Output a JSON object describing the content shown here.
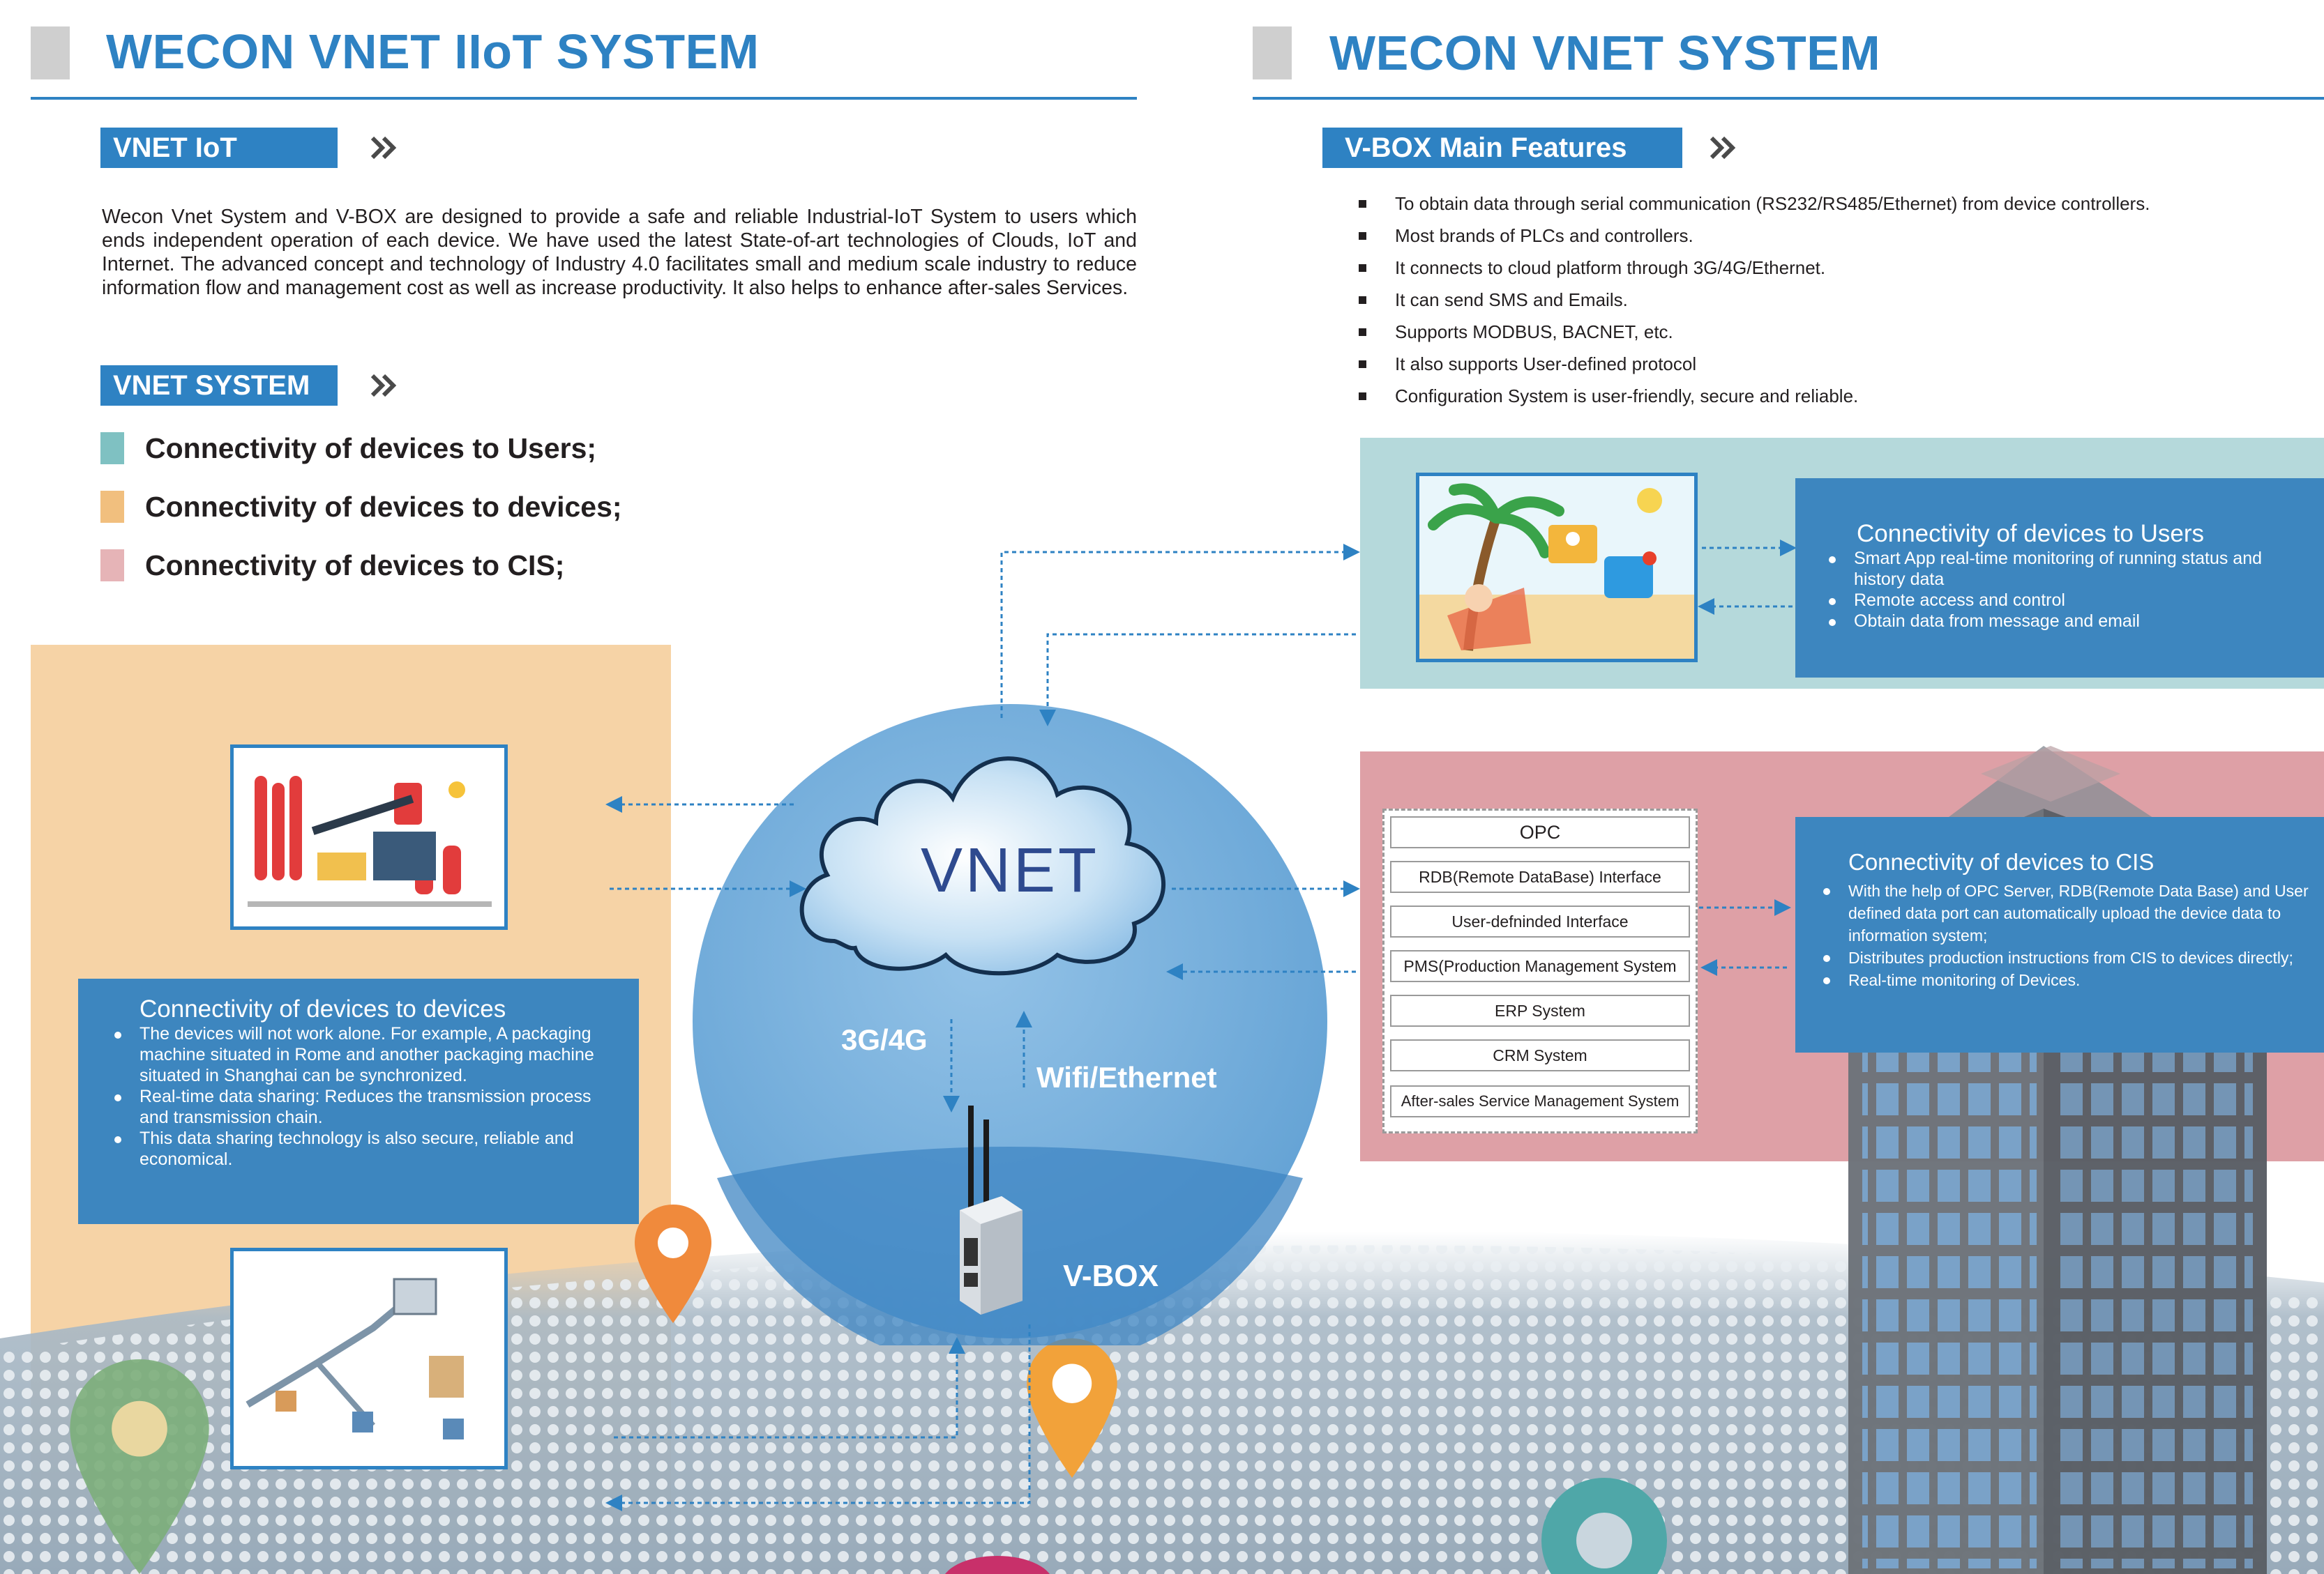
{
  "left_header": {
    "title": "WECON VNET IIoT SYSTEM"
  },
  "right_header": {
    "title": "WECON VNET SYSTEM"
  },
  "vnet_iot": {
    "tag": "VNET IoT",
    "text": "Wecon Vnet System and V-BOX are designed to provide a safe and reliable Industrial-IoT System to users which ends independent operation of each device. We have used the latest State-of-art technologies of Clouds, IoT and Internet. The advanced concept and technology of Industry 4.0 facilitates small and medium scale industry to reduce information flow and management cost as well as increase productivity. It also helps to enhance after-sales Services."
  },
  "vnet_system": {
    "tag": "VNET SYSTEM",
    "legend": [
      {
        "label": "Connectivity of devices to Users;",
        "color": "#7fc1c2"
      },
      {
        "label": "Connectivity of devices to devices;",
        "color": "#f1bf7e"
      },
      {
        "label": "Connectivity of devices to CIS;",
        "color": "#e6b4b7"
      }
    ]
  },
  "vbox_features": {
    "tag": "V-BOX Main Features",
    "items": [
      "To obtain data through serial communication (RS232/RS485/Ethernet) from device controllers.",
      "Most brands of PLCs and controllers.",
      "It connects to cloud platform through 3G/4G/Ethernet.",
      "It can send SMS and Emails.",
      "Supports MODBUS, BACNET, etc.",
      "It also supports User-defined protocol",
      "Configuration System is user-friendly, secure and reliable."
    ]
  },
  "users_box": {
    "title": "Connectivity of devices to Users",
    "items": [
      "Smart App real-time monitoring of running status and history data",
      "Remote access and control",
      "Obtain data from message and email"
    ]
  },
  "devices_box": {
    "title": "Connectivity of devices to devices",
    "items": [
      "The devices will not work alone. For example, A packaging machine situated in Rome and another packaging machine situated in Shanghai can be synchronized.",
      "Real-time data sharing: Reduces the transmission process and transmission chain.",
      "This data sharing technology is also secure, reliable and economical."
    ]
  },
  "cis_box": {
    "title": "Connectivity of devices to CIS",
    "items": [
      "With the help of OPC Server, RDB(Remote Data Base) and User defined data port can automatically upload the device data to information system;",
      "Distributes production instructions from CIS to devices directly;",
      "Real-time monitoring of Devices."
    ]
  },
  "cis_interfaces": [
    "OPC",
    "RDB(Remote DataBase) Interface",
    "User-defninded Interface",
    "PMS(Production Management System",
    "ERP System",
    "CRM System",
    "After-sales Service Management System"
  ],
  "network": {
    "cloud_label": "VNET",
    "link_3g": "3G/4G",
    "link_wifi": "Wifi/Ethernet",
    "device_label": "V-BOX"
  },
  "colors": {
    "accent": "#2e82c3",
    "box_blue": "#3d86bf",
    "users_panel": "#b5d9db",
    "cis_panel": "#dea0a6",
    "devices_panel": "#f6d3a6",
    "globe": "#6aa8d8"
  }
}
